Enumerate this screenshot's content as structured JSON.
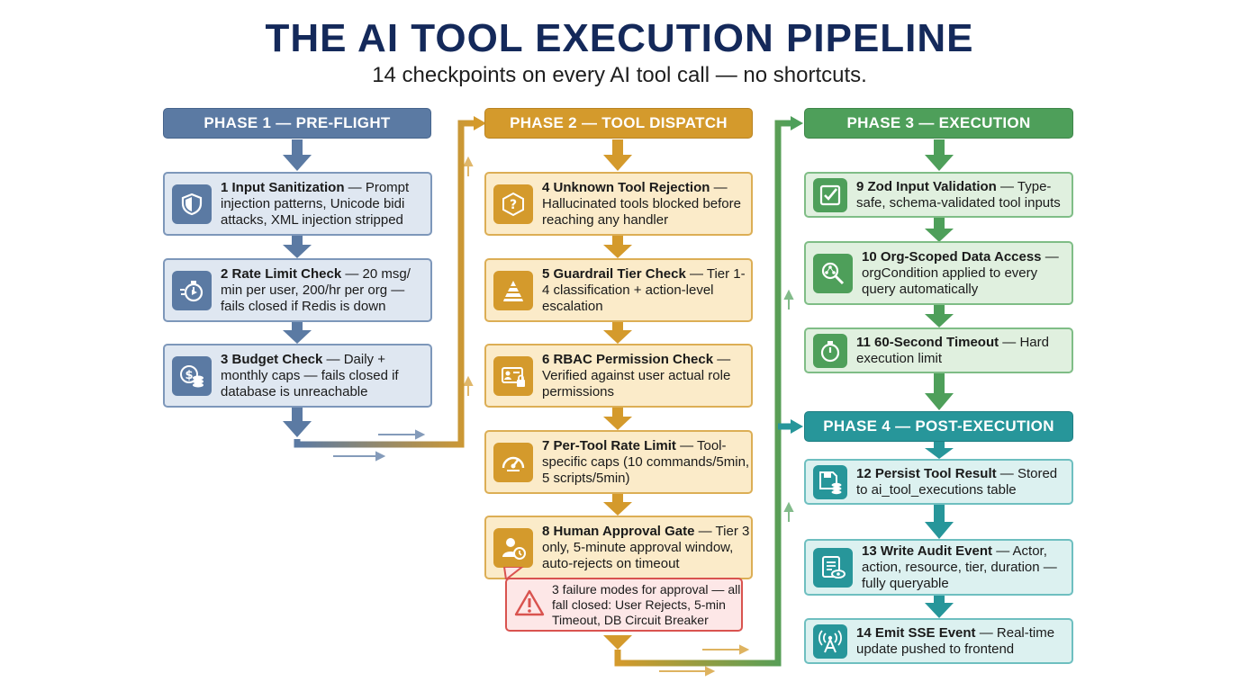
{
  "title": "THE AI TOOL EXECUTION PIPELINE",
  "subtitle": "14 checkpoints on every AI tool call — no shortcuts.",
  "colors": {
    "phase1": "#5b7aa3",
    "phase2": "#d49a2c",
    "phase3": "#4e9f5a",
    "phase4": "#27969a",
    "warning": "#d9534f"
  },
  "phases": [
    {
      "label": "PHASE 1 — PRE-FLIGHT"
    },
    {
      "label": "PHASE 2 — TOOL DISPATCH"
    },
    {
      "label": "PHASE 3 — EXECUTION"
    },
    {
      "label": "PHASE 4 — POST-EXECUTION"
    }
  ],
  "steps": [
    {
      "title": "1 Input Sanitization",
      "desc": " — Prompt injection patterns, Unicode bidi attacks, XML injection stripped",
      "icon": "shield-icon"
    },
    {
      "title": "2 Rate Limit Check",
      "desc": " — 20 msg/ min per user, 200/hr per org — fails closed if Redis is down",
      "icon": "stopwatch-icon"
    },
    {
      "title": "3 Budget Check",
      "desc": " — Daily + monthly caps — fails closed if database is unreachable",
      "icon": "coins-icon"
    },
    {
      "title": "4 Unknown Tool Rejection",
      "desc": " — Hallucinated tools blocked before reaching any handler",
      "icon": "question-icon"
    },
    {
      "title": "5 Guardrail Tier Check",
      "desc": " — Tier 1-4 classification + action-level escalation",
      "icon": "pyramid-icon"
    },
    {
      "title": "6 RBAC Permission Check",
      "desc": " — Verified against user actual role permissions",
      "icon": "id-card-lock-icon"
    },
    {
      "title": "7 Per-Tool Rate Limit",
      "desc": " — Tool-specific caps (10 commands/5min, 5 scripts/5min)",
      "icon": "gauge-icon"
    },
    {
      "title": "8 Human Approval Gate",
      "desc": " — Tier 3 only, 5-minute approval window, auto-rejects on timeout",
      "icon": "user-clock-icon"
    },
    {
      "title": "9 Zod Input Validation",
      "desc": " — Type-safe, schema-validated tool inputs",
      "icon": "checkbox-icon"
    },
    {
      "title": "10 Org-Scoped Data Access",
      "desc": " — orgCondition applied to every query automatically",
      "icon": "search-org-icon"
    },
    {
      "title": "11 60-Second Timeout",
      "desc": " — Hard execution limit",
      "icon": "timer-icon"
    },
    {
      "title": "12 Persist Tool Result",
      "desc": " — Stored to ai_tool_executions table",
      "icon": "save-database-icon"
    },
    {
      "title": "13 Write Audit Event",
      "desc": " — Actor, action, resource, tier, duration — fully queryable",
      "icon": "audit-log-icon"
    },
    {
      "title": "14 Emit SSE Event",
      "desc": " — Real-time update pushed to frontend",
      "icon": "broadcast-icon"
    }
  ],
  "warning": {
    "text": "3 failure modes for approval — all fall closed: User Rejects, 5-min Timeout, DB Circuit Breaker",
    "icon": "warning-icon"
  }
}
